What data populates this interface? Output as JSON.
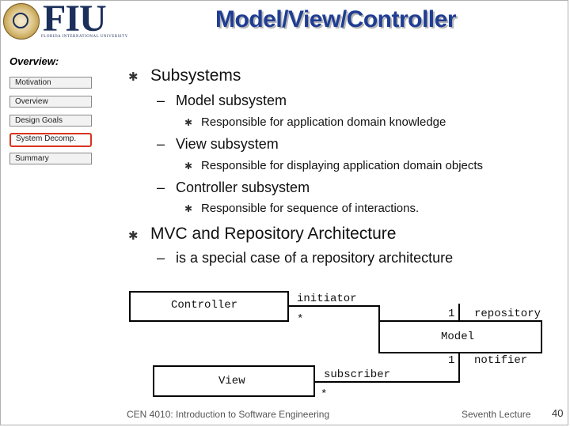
{
  "logo": {
    "text": "FIU",
    "subtitle": "FLORIDA INTERNATIONAL UNIVERSITY"
  },
  "title": "Model/View/Controller",
  "sidebar": {
    "heading": "Overview:",
    "items": [
      {
        "label": "Motivation",
        "active": false
      },
      {
        "label": "Overview",
        "active": false
      },
      {
        "label": "Design Goals",
        "active": false
      },
      {
        "label": "System Decomp.",
        "active": true
      },
      {
        "label": "Summary",
        "active": false
      }
    ]
  },
  "bullets": {
    "subsystems": "Subsystems",
    "model": "Model subsystem",
    "model_desc": "Responsible for application domain knowledge",
    "view": "View subsystem",
    "view_desc": "Responsible for displaying application domain objects",
    "controller": "Controller subsystem",
    "controller_desc": "Responsible for sequence of interactions.",
    "mvc_repo": "MVC and Repository Architecture",
    "mvc_desc": "is a special case of a repository architecture",
    "dash": "–",
    "star": "✱"
  },
  "diagram": {
    "controller": "Controller",
    "view": "View",
    "model": "Model",
    "initiator": "initiator",
    "subscriber": "subscriber",
    "repository": "repository",
    "notifier": "notifier",
    "many": "*",
    "one": "1"
  },
  "footer": {
    "course": "CEN 4010: Introduction to Software Engineering",
    "lecture": "Seventh Lecture",
    "page": "40"
  }
}
